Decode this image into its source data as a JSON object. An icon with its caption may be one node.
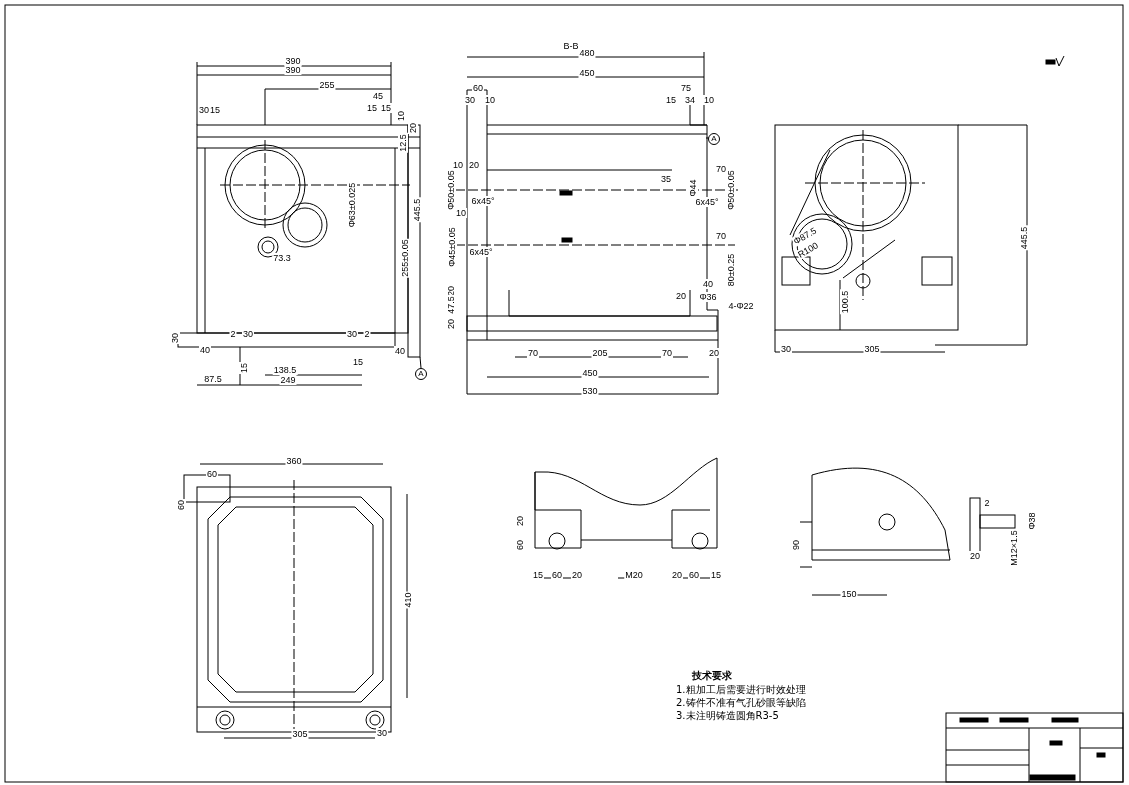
{
  "diagram": {
    "labels": [
      "390",
      "390",
      "255",
      "45",
      "30",
      "15",
      "15",
      "15",
      "10",
      "20",
      "12.5",
      "Φ63±0.025",
      "73.3",
      "255±0.05",
      "445.5",
      "30",
      "2",
      "30",
      "30",
      "2",
      "40",
      "40",
      "15",
      "15",
      "138.5",
      "87.5",
      "249",
      "A",
      "B-B",
      "480",
      "450",
      "60",
      "30",
      "10",
      "75",
      "15",
      "34",
      "10",
      "A",
      "10",
      "20",
      "Φ50±0.05",
      "6x45°",
      "10",
      "35",
      "Φ44",
      "70",
      "Φ50±0.05",
      "6x45°",
      "Φ45±0.05",
      "6x45°",
      "70",
      "80±0.25",
      "40",
      "20",
      "Φ36",
      "4-Φ22",
      "20",
      "47.5",
      "20",
      "70",
      "205",
      "70",
      "20",
      "450",
      "530",
      "Φ87.5",
      "R100",
      "100.5",
      "445.5",
      "30",
      "305",
      "360",
      "60",
      "60",
      "410",
      "305",
      "30",
      "20",
      "60",
      "15",
      "60",
      "20",
      "M20",
      "20",
      "60",
      "15",
      "90",
      "150",
      "2",
      "Φ38",
      "M12×1.5",
      "20",
      "技术要求",
      "1.粗加工后需要进行时效处理",
      "2.铸件不准有气孔砂眼等缺陷",
      "3.未注明铸造圆角R3-5"
    ]
  }
}
